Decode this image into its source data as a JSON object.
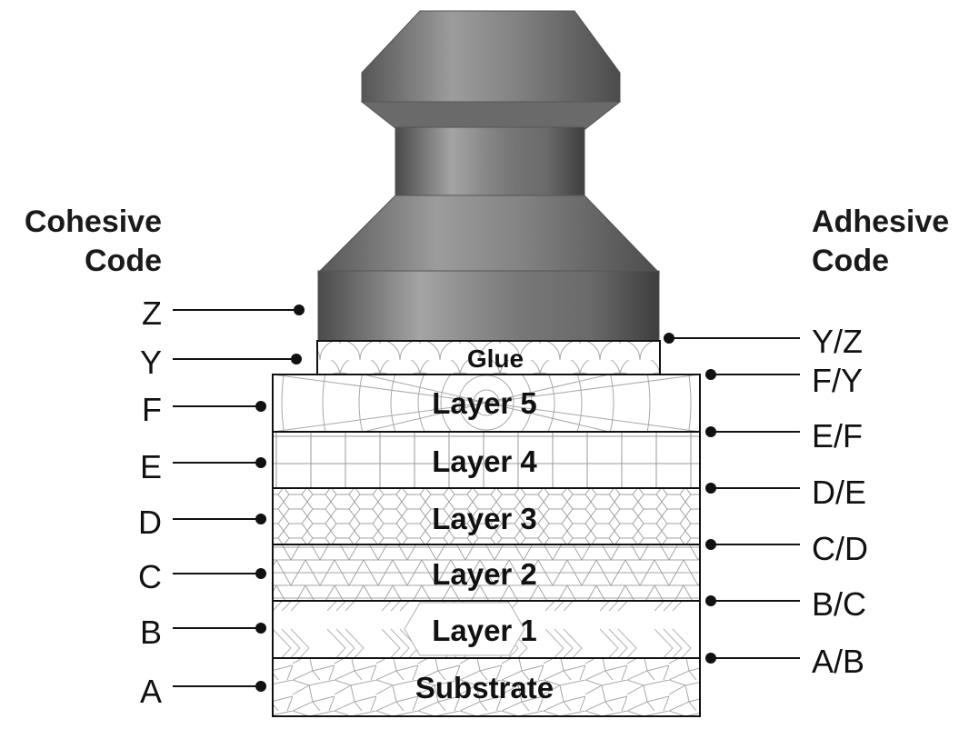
{
  "headers": {
    "cohesive": [
      "Cohesive",
      "Code"
    ],
    "adhesive": [
      "Adhesive",
      "Code"
    ]
  },
  "layers": {
    "glue": "Glue",
    "layer5": "Layer 5",
    "layer4": "Layer 4",
    "layer3": "Layer 3",
    "layer2": "Layer 2",
    "layer1": "Layer 1",
    "substrate": "Substrate"
  },
  "cohesive_codes": [
    "Z",
    "Y",
    "F",
    "E",
    "D",
    "C",
    "B",
    "A"
  ],
  "adhesive_codes": [
    "Y/Z",
    "F/Y",
    "E/F",
    "D/E",
    "C/D",
    "B/C",
    "A/B"
  ],
  "colors": {
    "dolly_metal": "#8a8a8a",
    "line": "#111111",
    "pattern": "#9a9a9a"
  }
}
